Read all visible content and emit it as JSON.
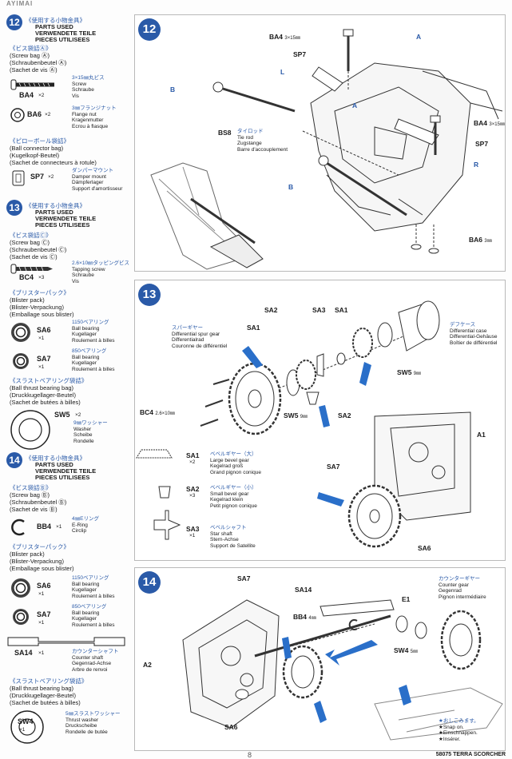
{
  "left_header": "AYIMAI",
  "step12": {
    "number": "12",
    "jp": "《使用する小物金具》",
    "en": [
      "PARTS USED",
      "VERWENDETE TEILE",
      "PIECES UTILISEES"
    ],
    "bag": {
      "jp": "《ビス袋詰Ⓐ》",
      "lines": [
        "(Screw bag Ⓐ)",
        "(Schraubenbeutel Ⓐ)",
        "(Sachet de vis Ⓐ)"
      ]
    },
    "parts": [
      {
        "code": "BA4",
        "qty": "×2",
        "desc_jp": "3×15㎜丸ビス",
        "desc": [
          "Screw",
          "Schraube",
          "Vis"
        ]
      },
      {
        "code": "BA6",
        "qty": "×2",
        "desc_jp": "3㎜フランジナット",
        "desc": [
          "Flange nut",
          "Kragenmutter",
          "Ecrou à flasque"
        ]
      }
    ],
    "bag2": {
      "jp": "《ピローボール袋詰》",
      "lines": [
        "(Ball connector bag)",
        "(Kugelkopf-Beutel)",
        "(Sachet de connecteurs à rotule)"
      ]
    },
    "parts2": [
      {
        "code": "SP7",
        "qty": "×2",
        "desc_jp": "ダンパーマウント",
        "desc": [
          "Damper mount",
          "Dämpferlager",
          "Support d'amortisseur"
        ]
      }
    ]
  },
  "step13": {
    "number": "13",
    "jp": "《使用する小物金具》",
    "en": [
      "PARTS USED",
      "VERWENDETE TEILE",
      "PIECES UTILISEES"
    ],
    "bag": {
      "jp": "《ビス袋詰Ⓒ》",
      "lines": [
        "(Screw bag Ⓒ)",
        "(Schraubenbeutel Ⓒ)",
        "(Sachet de vis Ⓒ)"
      ]
    },
    "parts": [
      {
        "code": "BC4",
        "qty": "×3",
        "desc_jp": "2.6×10㎜タッピングビス",
        "desc": [
          "Tapping screw",
          "Schraube",
          "Vis"
        ]
      }
    ],
    "bag2": {
      "jp": "《ブリスターパック》",
      "lines": [
        "(Blister pack)",
        "(Blister-Verpackung)",
        "(Emballage sous blister)"
      ]
    },
    "parts2": [
      {
        "code": "SA6",
        "qty": "×1",
        "desc_jp": "1150ベアリング",
        "desc": [
          "Ball bearing",
          "Kugellager",
          "Roulement à billes"
        ]
      },
      {
        "code": "SA7",
        "qty": "×1",
        "desc_jp": "850ベアリング",
        "desc": [
          "Ball bearing",
          "Kugellager",
          "Roulement à billes"
        ]
      }
    ],
    "bag3": {
      "jp": "《スラストベアリング袋詰》",
      "lines": [
        "(Ball thrust bearing bag)",
        "(Druckkugellager-Beutel)",
        "(Sachet de butées à billes)"
      ]
    },
    "parts3": [
      {
        "code": "SW5",
        "qty": "×2",
        "desc_jp": "9㎜ワッシャー",
        "desc": [
          "Washer",
          "Scheibe",
          "Rondelle"
        ]
      }
    ]
  },
  "step14": {
    "number": "14",
    "jp": "《使用する小物金具》",
    "en": [
      "PARTS USED",
      "VERWENDETE TEILE",
      "PIECES UTILISEES"
    ],
    "bag": {
      "jp": "《ビス袋詰Ⓑ》",
      "lines": [
        "(Screw bag Ⓑ)",
        "(Schraubenbeutel Ⓑ)",
        "(Sachet de vis Ⓑ)"
      ]
    },
    "parts": [
      {
        "code": "BB4",
        "qty": "×1",
        "desc_jp": "4㎜Eリング",
        "desc": [
          "E-Ring",
          "Circlip"
        ]
      }
    ],
    "bag2": {
      "jp": "《ブリスターパック》",
      "lines": [
        "(Blister pack)",
        "(Blister-Verpackung)",
        "(Emballage sous blister)"
      ]
    },
    "parts2": [
      {
        "code": "SA6",
        "qty": "×1",
        "desc_jp": "1150ベアリング",
        "desc": [
          "Ball bearing",
          "Kugellager",
          "Roulement à billes"
        ]
      },
      {
        "code": "SA7",
        "qty": "×1",
        "desc_jp": "850ベアリング",
        "desc": [
          "Ball bearing",
          "Kugellager",
          "Roulement à billes"
        ]
      }
    ],
    "shaft": {
      "code": "SA14",
      "qty": "×1",
      "desc_jp": "カウンターシャフト",
      "desc": [
        "Counter shaft",
        "Gegenrad-Achse",
        "Arbre de renvoi"
      ]
    },
    "bag3": {
      "jp": "《スラストベアリング袋詰》",
      "lines": [
        "(Ball thrust bearing bag)",
        "(Druckkugellager-Beutel)",
        "(Sachet de butées à billes)"
      ]
    },
    "parts3": [
      {
        "code": "SW4",
        "qty": "×1",
        "desc_jp": "5㎜スラストワッシャー",
        "desc": [
          "Thrust washer",
          "Druckscheibe",
          "Rondelle de butée"
        ]
      }
    ]
  },
  "panel12": {
    "number": "12",
    "labels": {
      "ba4_top": "BA4",
      "ba4_top_q": "3×15㎜",
      "sp7_top": "SP7",
      "L": "L",
      "A1": "A",
      "A2": "A",
      "B1": "B",
      "B2": "B",
      "bs8": "BS8",
      "bs8_jp": "タイロッド",
      "bs8_desc": [
        "Tie rod",
        "Zugstange",
        "Barre d'accouplement"
      ],
      "ba4_right": "BA4",
      "ba4_right_q": "3×15㎜",
      "sp7_right": "SP7",
      "R": "R",
      "ba6": "BA6",
      "ba6_q": "3㎜"
    }
  },
  "panel13": {
    "number": "13",
    "labels": {
      "sa2_top": "SA2",
      "sa3": "SA3",
      "sa1_top": "SA1",
      "sa1_left": "SA1",
      "spur_jp": "スパーギヤー",
      "spur": [
        "Differential spur gear",
        "Differentialrad",
        "Couronne de différentiel"
      ],
      "case_jp": "デフケース",
      "case": [
        "Differential case",
        "Differential-Gehäuse",
        "Boîtier de différentiel"
      ],
      "sw5_right": "SW5",
      "sw5_right_q": "9㎜",
      "bc4": "BC4",
      "bc4_q": "2.6×10㎜",
      "sw5_bottom": "SW5",
      "sw5_bottom_q": "9㎜",
      "sa2_bottom": "SA2",
      "a1": "A1",
      "sa7": "SA7",
      "sa6": "SA6"
    },
    "legend": [
      {
        "code": "SA1",
        "qty": "×2",
        "jp": "ベベルギヤー（大）",
        "desc": [
          "Large bevel gear",
          "Kegelrad groß",
          "Grand pignon conique"
        ]
      },
      {
        "code": "SA2",
        "qty": "×3",
        "jp": "ベベルギヤー（小）",
        "desc": [
          "Small bevel gear",
          "Kegelrad klein",
          "Petit pignon conique"
        ]
      },
      {
        "code": "SA3",
        "qty": "×1",
        "jp": "ベベルシャフト",
        "desc": [
          "Star shaft",
          "Stern-Achse",
          "Support de Satellite"
        ]
      }
    ]
  },
  "panel14": {
    "number": "14",
    "labels": {
      "sa7": "SA7",
      "sa14": "SA14",
      "bb4": "BB4",
      "bb4_q": "4㎜",
      "e1": "E1",
      "sw4": "SW4",
      "sw4_q": "5㎜",
      "a2": "A2",
      "sa6": "SA6",
      "counter_jp": "カウンターギヤー",
      "counter": [
        "Counter gear",
        "Gegenrad",
        "Pignon intermédiaire"
      ],
      "snap_jp": "★おしこみます。",
      "snap": [
        "★Snap on.",
        "★Einschnappen.",
        "★Insérer."
      ]
    }
  },
  "footer": "58075  TERRA SCORCHER",
  "page_number": "8",
  "colors": {
    "accent": "#2a5aa8",
    "arrow": "#2a6fc9",
    "line": "#333333"
  }
}
